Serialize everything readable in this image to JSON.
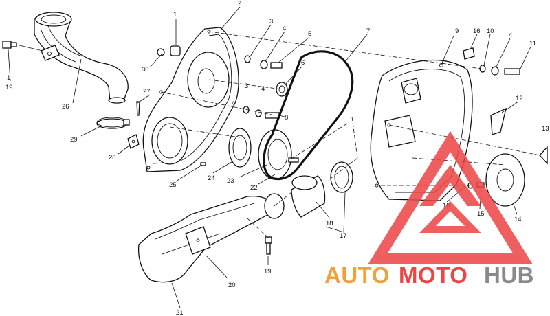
{
  "callouts": {
    "c1": "1",
    "c2": "2",
    "c3a": "3",
    "c3b": "3",
    "c4a": "4",
    "c4b": "4",
    "c4c": "4",
    "c5": "5",
    "c6": "6",
    "c7": "7",
    "c8": "8",
    "c9": "9",
    "c10a": "10",
    "c10b": "10",
    "c11": "11",
    "c12": "12",
    "c13": "13",
    "c14": "14",
    "c15": "15",
    "c16": "16",
    "c17": "17",
    "c18": "18",
    "c19a": "19",
    "c19b": "19",
    "c1b": "1",
    "c20": "20",
    "c21": "21",
    "c22": "22",
    "c23": "23",
    "c24": "24",
    "c25": "25",
    "c26": "26",
    "c27": "27",
    "c28": "28",
    "c29": "29",
    "c30": "30"
  },
  "watermark": {
    "part1": "AUTO",
    "part2": "MOTO",
    "part3": "HUB",
    "color_orange": "#f2a13a",
    "color_red": "#ee4444",
    "color_gray": "#8a8a8a"
  }
}
